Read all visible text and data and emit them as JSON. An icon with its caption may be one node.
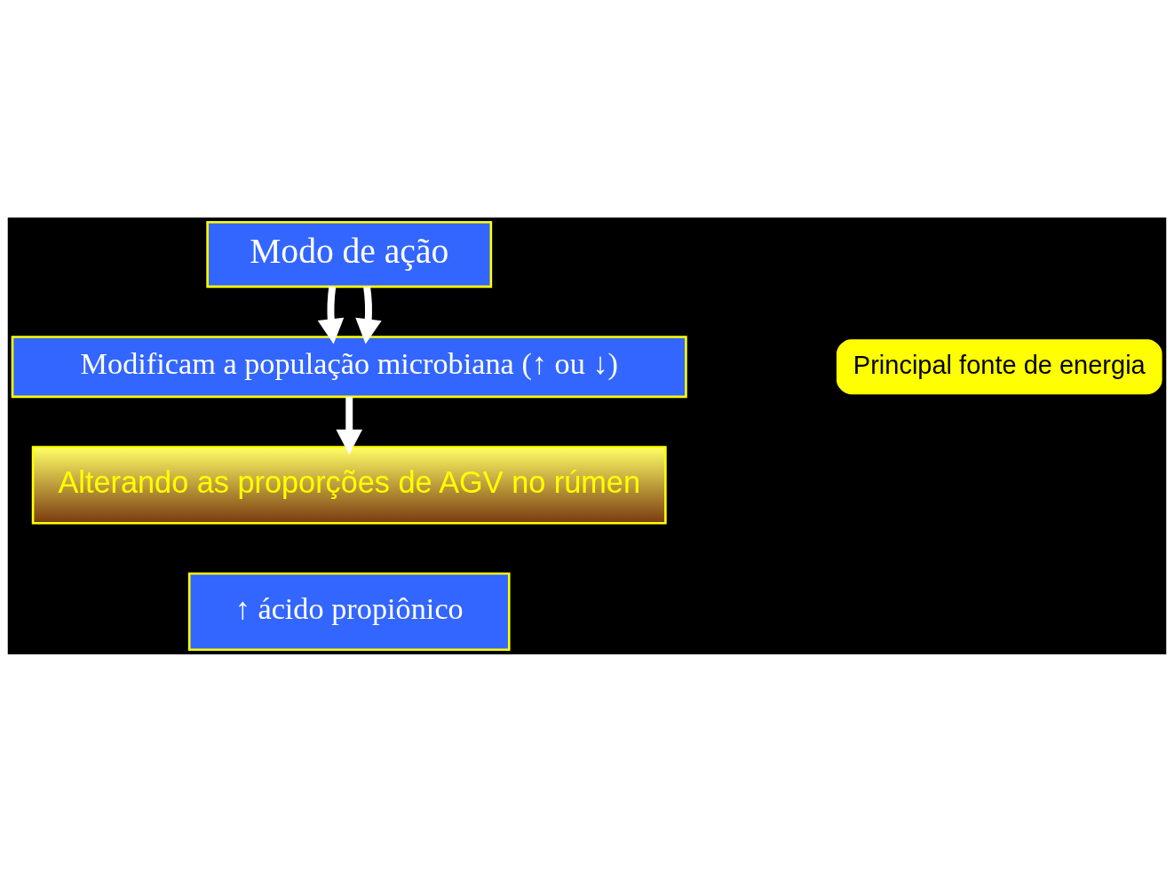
{
  "diagram": {
    "nodes": [
      {
        "text": [
          "Modo de ação"
        ]
      },
      {
        "text": [
          "Modificam a população microbiana (↑ ou ↓)"
        ]
      },
      {
        "text": [
          "Alterando as proporções de AGV no rúmen"
        ]
      },
      {
        "text": [
          "↑ ácido propiônico"
        ]
      },
      {
        "text": [
          "Principal fonte de energia"
        ]
      }
    ],
    "edges": [
      {
        "from": 0,
        "to": 1,
        "arrow": "to"
      },
      {
        "from": 0,
        "to": 1,
        "arrow": "to"
      },
      {
        "from": 1,
        "to": 2,
        "arrow": "to"
      }
    ]
  }
}
